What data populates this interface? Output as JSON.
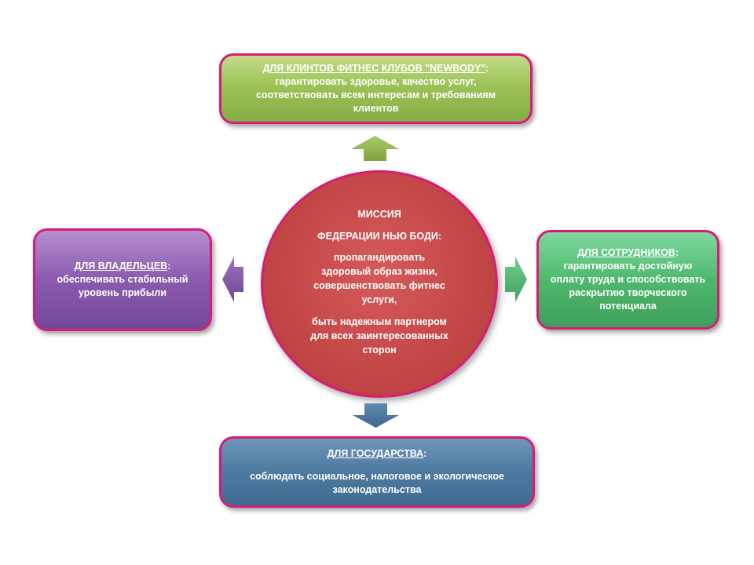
{
  "center": {
    "heading1": "МИССИЯ",
    "heading2": "ФЕДЕРАЦИИ  НЬЮ БОДИ:",
    "line1": "пропагандировать",
    "line2": "здоровый образ жизни,",
    "line3": "совершенствовать   фитнес",
    "line4": "услуги,",
    "line5": "быть надежным партнером",
    "line6": "для всех заинтересованных",
    "line7": "сторон"
  },
  "top": {
    "title": "ДЛЯ КЛИНТОВ ФИТНЕС КЛУБОВ \"NEWBODY\"",
    "title_suffix": ":",
    "line1": "гарантировать здоровье, качество услуг,",
    "line2": "соответствовать всем интересам и требованиям",
    "line3": "клиентов"
  },
  "left": {
    "title": "ДЛЯ ВЛАДЕЛЬЦЕВ",
    "title_suffix": ":",
    "line1": "обеспечивать стабильный",
    "line2": "уровень прибыли"
  },
  "right": {
    "title": "ДЛЯ СОТРУДНИКОВ",
    "title_suffix": ":",
    "line1": "гарантировать достойную",
    "line2": "оплату труда и способствовать",
    "line3": "раскрытию творческого",
    "line4": "потенциала"
  },
  "bottom": {
    "title": "ДЛЯ ГОСУДАРСТВА",
    "title_suffix": ":",
    "line1": "соблюдать социальное, налоговое и экологическое",
    "line2": "законодательства"
  },
  "colors": {
    "border": "#d81b78",
    "top_box": "#9cc256",
    "left_box": "#8a5aae",
    "right_box": "#4fb86e",
    "bottom_box": "#4e7aa0",
    "center_circle": "#c54848"
  }
}
